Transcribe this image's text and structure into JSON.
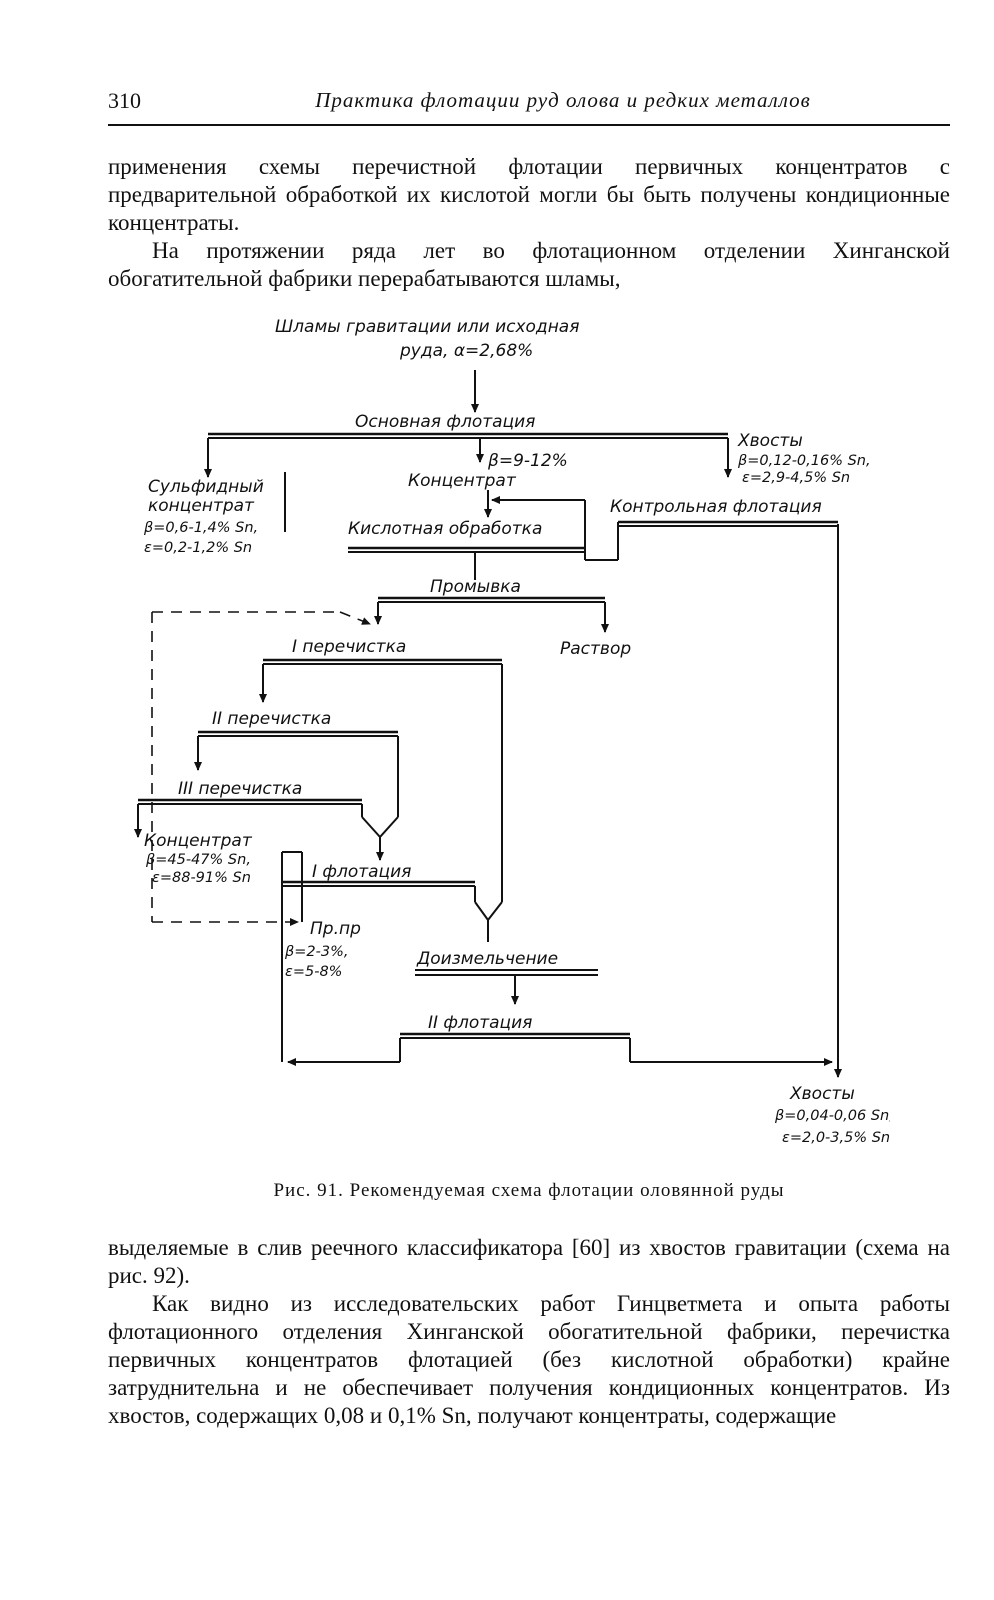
{
  "header": {
    "page_number": "310",
    "running_title": "Практика флотации руд олова и редких металлов"
  },
  "text_top": [
    "применения схемы перечистной флотации первичных концентратов с предварительной обработкой их кислотой могли бы быть получены кондиционные концентраты.",
    "На протяжении ряда лет во флотационном отделении Хинганской обогатительной фабрики перерабатываются шламы,"
  ],
  "diagram": {
    "feed_line1": "Шламы гравитации или исходная",
    "feed_line2": "руда, α=2,68%",
    "main_flotation": "Основная флотация",
    "tails1_title": "Хвосты",
    "tails1_beta": "β=0,12-0,16% Sn,",
    "tails1_eps": "ε=2,9-4,5% Sn",
    "sulfide_line1": "Сульфидный",
    "sulfide_line2": "концентрат",
    "sulfide_beta": "β=0,6-1,4% Sn,",
    "sulfide_eps": "ε=0,2-1,2% Sn",
    "beta_main": "β=9-12%",
    "concentrate": "Концентрат",
    "control_flotation": "Контрольная флотация",
    "acid_treatment": "Кислотная обработка",
    "washing": "Промывка",
    "cleaning1": "I перечистка",
    "solution": "Раствор",
    "cleaning2": "II перечистка",
    "cleaning3": "III перечистка",
    "final_conc_title": "Концентрат",
    "final_conc_beta": "β=45-47% Sn,",
    "final_conc_eps": "ε=88-91% Sn",
    "flotation1": "I флотация",
    "middlings_title": "Пр.пр",
    "middlings_beta": "β=2-3%,",
    "middlings_eps": "ε=5-8%",
    "regrinding": "Доизмельчение",
    "flotation2": "II флотация",
    "tails2_title": "Хвосты",
    "tails2_beta": "β=0,04-0,06 Sn,",
    "tails2_eps": "ε=2,0-3,5% Sn"
  },
  "caption": "Рис. 91. Рекомендуемая схема флотации оловянной руды",
  "text_bottom": [
    "выделяемые в слив реечного классификатора [60] из хвостов гравитации (схема на рис. 92).",
    "Как видно из исследовательских работ Гинцветмета и опыта работы флотационного отделения Хинганской обогатительной фабрики, перечистка первичных концентратов флотацией (без кислотной обработки) крайне затруднительна и не обеспечивает получения кондиционных концентратов. Из хвостов, содержащих 0,08 и 0,1% Sn, получают концентраты, содержащие"
  ]
}
